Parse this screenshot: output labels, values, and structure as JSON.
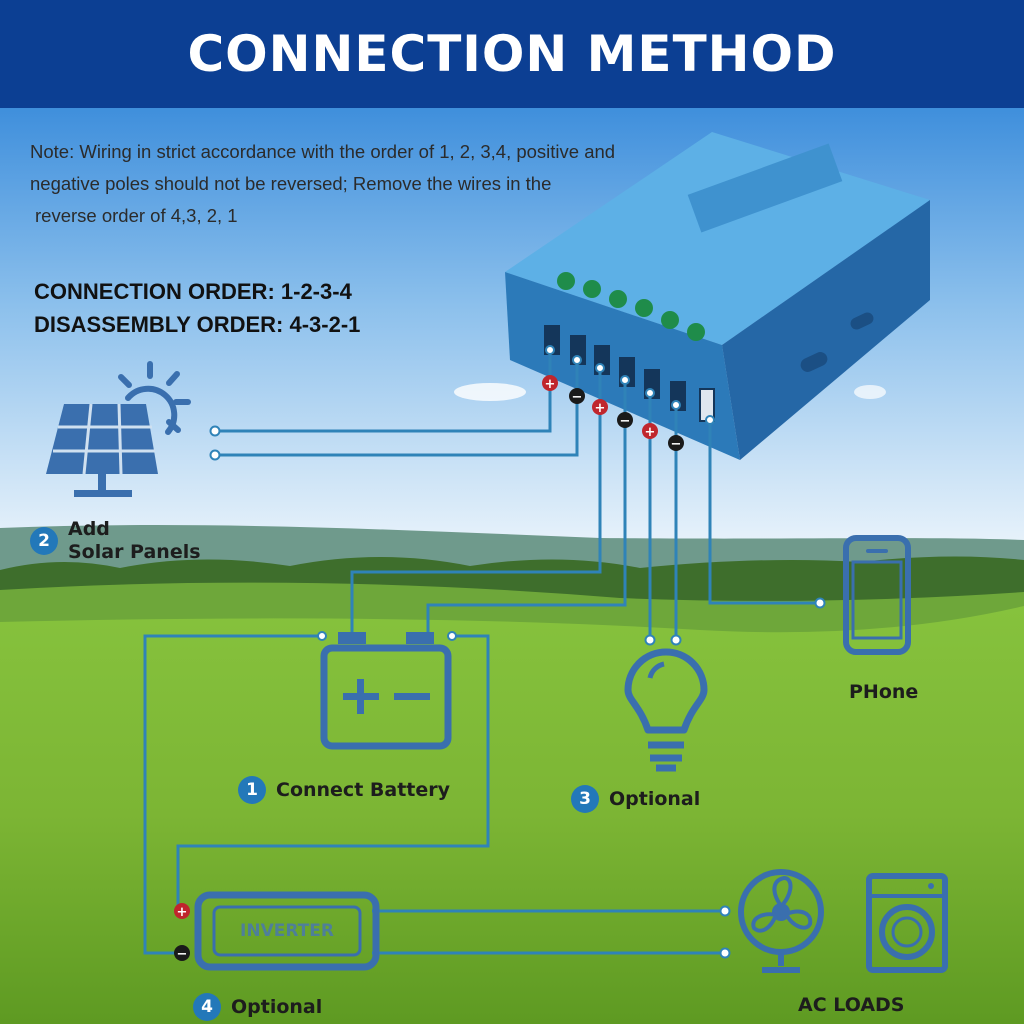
{
  "header": {
    "title": "CONNECTION METHOD"
  },
  "note": {
    "line1": "Note: Wiring in strict accordance with the order of 1, 2, 3,4, positive and",
    "line2": "negative poles should not be reversed; Remove the wires in the",
    "line3": "reverse order of 4,3, 2, 1"
  },
  "orders": {
    "connection": "CONNECTION ORDER: 1-2-3-4",
    "disassembly": "DISASSEMBLY ORDER: 4-3-2-1"
  },
  "steps": [
    {
      "num": "1",
      "label": "Connect Battery"
    },
    {
      "num": "2",
      "label_line1": "Add",
      "label_line2": "Solar Panels"
    },
    {
      "num": "3",
      "label": "Optional"
    },
    {
      "num": "4",
      "label": "Optional"
    }
  ],
  "labels": {
    "phone": "PHone",
    "ac_loads": "AC LOADS",
    "inverter": "INVERTER"
  },
  "colors": {
    "banner": "#0c3f93",
    "wire": "#2f83b8",
    "icon": "#3a6fae",
    "controller": "#2f80c0",
    "badge": "#2378b9",
    "positive": "#c0262d",
    "negative": "#1a1a1a"
  },
  "icons": [
    "solar-panel-icon",
    "sun-icon",
    "battery-icon",
    "bulb-icon",
    "phone-icon",
    "fan-icon",
    "washing-machine-icon"
  ]
}
